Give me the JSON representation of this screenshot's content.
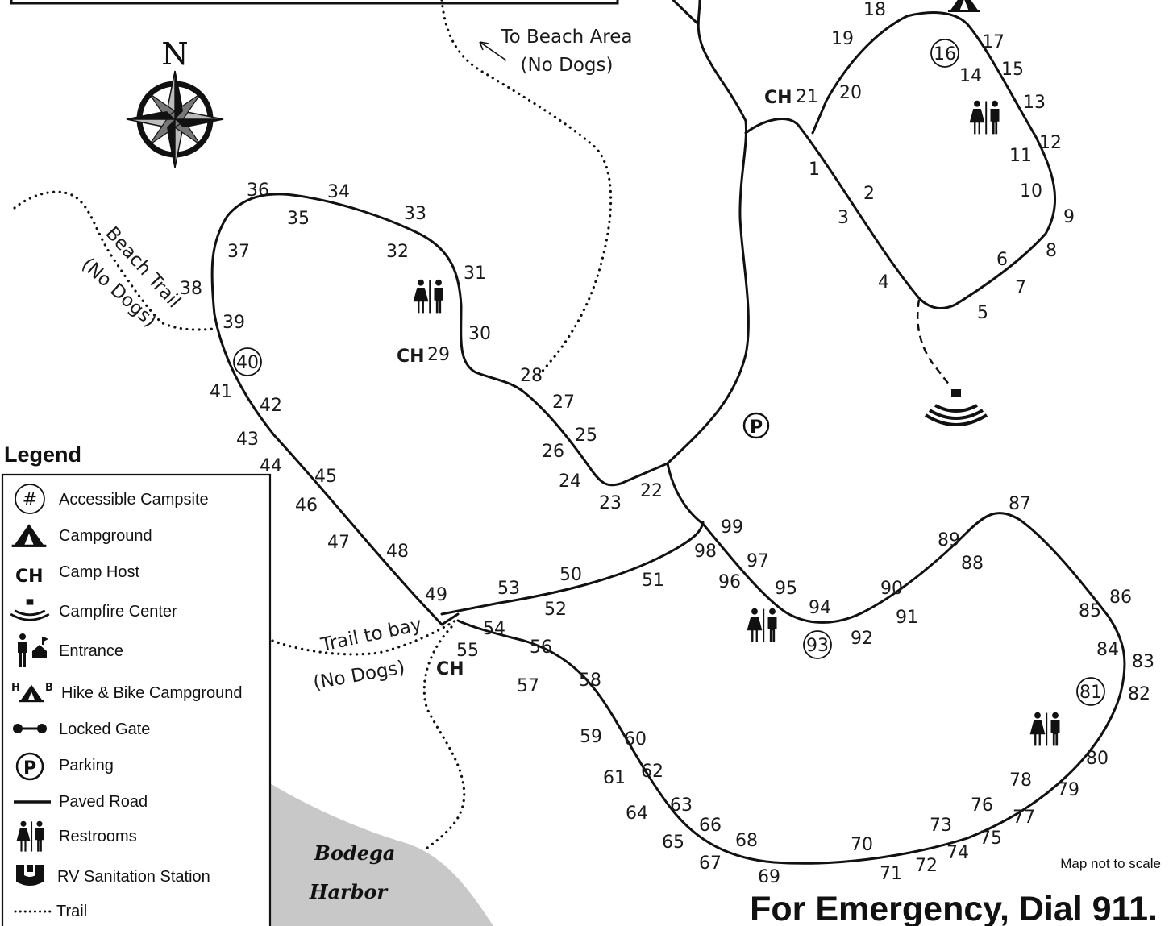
{
  "map": {
    "north_label": "N",
    "emergency": "For Emergency, Dial 911.",
    "scale_note": "Map not to scale",
    "harbor_line1": "Bodega",
    "harbor_line2": "Harbor",
    "trail_beach_area_line1": "To Beach Area",
    "trail_beach_area_line2": "(No Dogs)",
    "beach_trail_line1": "Beach Trail",
    "beach_trail_line2": "(No Dogs)",
    "trail_bay_line1": "Trail to bay",
    "trail_bay_line2": "(No Dogs)",
    "camp_host": "CH",
    "parking_symbol": "P",
    "accessible_sites": [
      "16",
      "40",
      "93",
      "81"
    ],
    "campsites": [
      "1",
      "2",
      "3",
      "4",
      "5",
      "6",
      "7",
      "8",
      "9",
      "10",
      "11",
      "12",
      "13",
      "14",
      "15",
      "17",
      "18",
      "19",
      "20",
      "21",
      "22",
      "23",
      "24",
      "25",
      "26",
      "27",
      "28",
      "29",
      "30",
      "31",
      "32",
      "33",
      "34",
      "35",
      "36",
      "37",
      "38",
      "39",
      "41",
      "42",
      "43",
      "44",
      "45",
      "46",
      "47",
      "48",
      "49",
      "50",
      "51",
      "52",
      "53",
      "54",
      "55",
      "56",
      "57",
      "58",
      "59",
      "60",
      "61",
      "62",
      "63",
      "64",
      "65",
      "66",
      "67",
      "68",
      "69",
      "70",
      "71",
      "72",
      "73",
      "74",
      "75",
      "76",
      "77",
      "78",
      "79",
      "80",
      "82",
      "83",
      "84",
      "85",
      "86",
      "87",
      "88",
      "89",
      "90",
      "91",
      "92",
      "94",
      "95",
      "96",
      "97",
      "98",
      "99"
    ]
  },
  "legend": {
    "title": "Legend",
    "accessible_symbol": "#",
    "ch_symbol": "CH",
    "parking_symbol": "P",
    "hab_h": "H",
    "hab_b": "B",
    "items": [
      {
        "label": "Accessible Campsite",
        "icon": "accessible-campsite-icon"
      },
      {
        "label": "Campground",
        "icon": "campground-icon"
      },
      {
        "label": "Camp Host",
        "icon": "camp-host-icon"
      },
      {
        "label": "Campfire Center",
        "icon": "campfire-center-icon"
      },
      {
        "label": "Entrance",
        "icon": "entrance-icon"
      },
      {
        "label": "Hike & Bike Campground",
        "icon": "hike-bike-icon"
      },
      {
        "label": "Locked Gate",
        "icon": "locked-gate-icon"
      },
      {
        "label": "Parking",
        "icon": "parking-icon"
      },
      {
        "label": "Paved Road",
        "icon": "paved-road-icon"
      },
      {
        "label": "Restrooms",
        "icon": "restrooms-icon"
      },
      {
        "label": "RV Sanitation Station",
        "icon": "rv-sanitation-icon"
      },
      {
        "label": "Trail",
        "icon": "trail-icon"
      }
    ]
  }
}
